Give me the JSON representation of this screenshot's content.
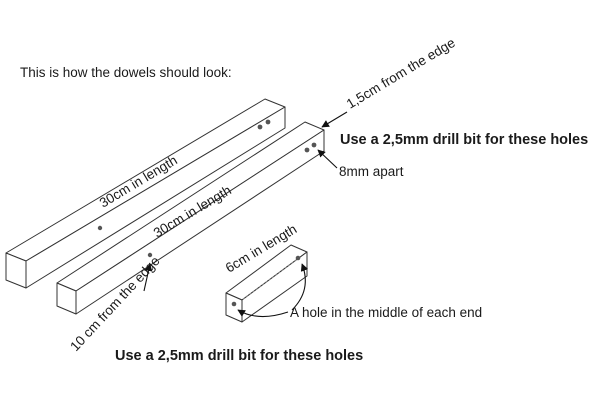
{
  "intro": "This is how the dowels should look:",
  "labels": {
    "dowel1_length": "30cm in length",
    "dowel2_length": "30cm in length",
    "short_length": "6cm in length",
    "edge_small": "1,5cm from the edge",
    "apart": "8mm apart",
    "edge_large": "10 cm from the edge",
    "middle": "A hole in the middle of each end"
  },
  "notes": {
    "drill_top": "Use a 2,5mm drill bit for these holes",
    "drill_bottom": "Use a 2,5mm drill bit for these holes"
  }
}
